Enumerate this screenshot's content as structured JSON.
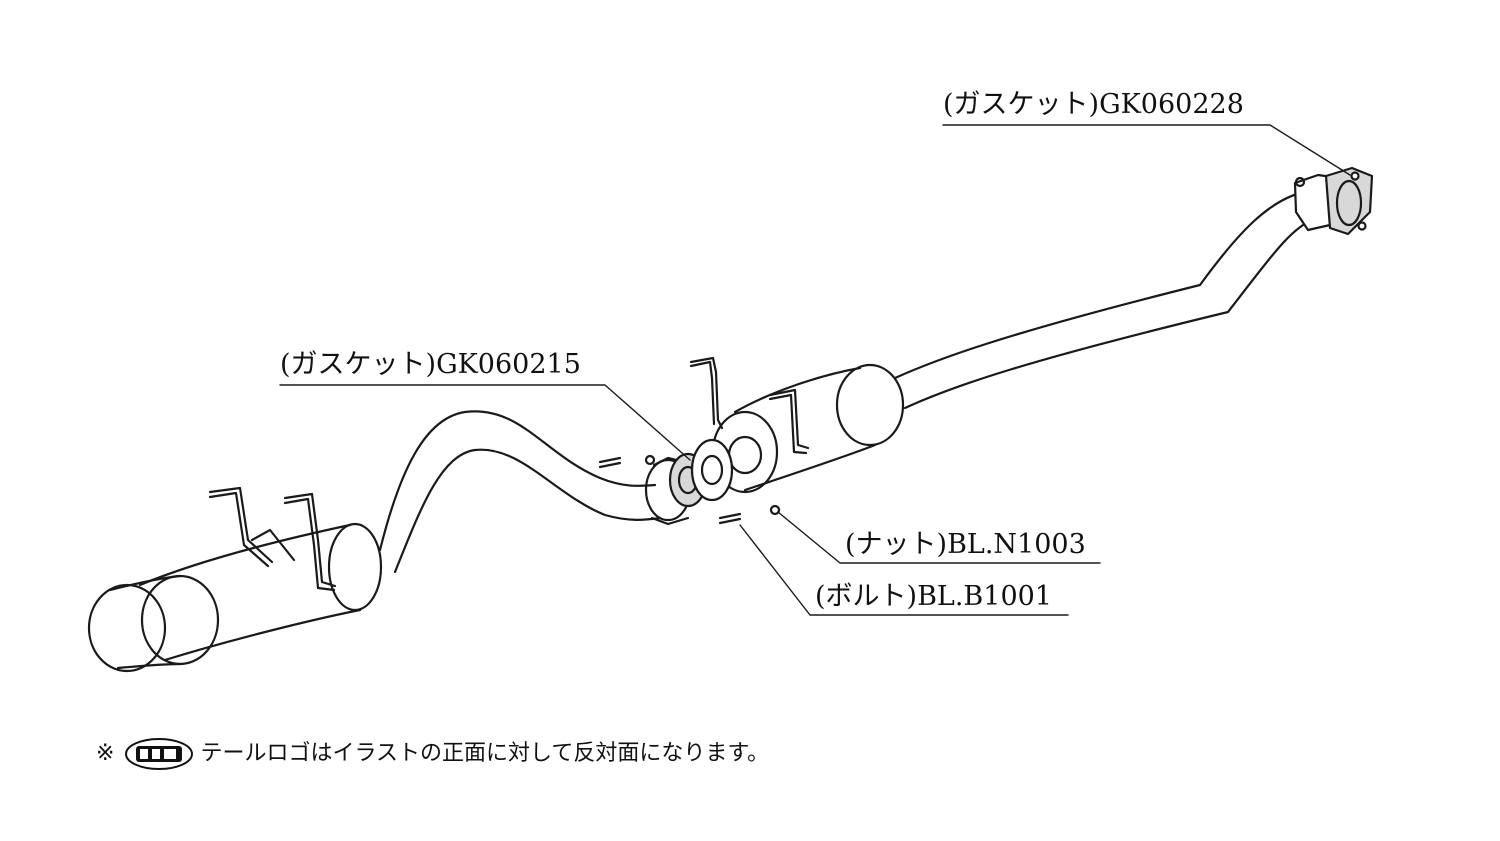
{
  "callouts": {
    "gasket_front": "(ガスケット)GK060228",
    "gasket_mid": "(ガスケット)GK060215",
    "nut": "(ナット)BL.N1003",
    "bolt": "(ボルト)BL.B1001"
  },
  "note": {
    "mark": "※",
    "text": "テールロゴはイラストの正面に対して反対面になります。"
  },
  "colors": {
    "line": "#1a1a1a",
    "gasket": "#d8d8d8",
    "background": "#ffffff"
  }
}
